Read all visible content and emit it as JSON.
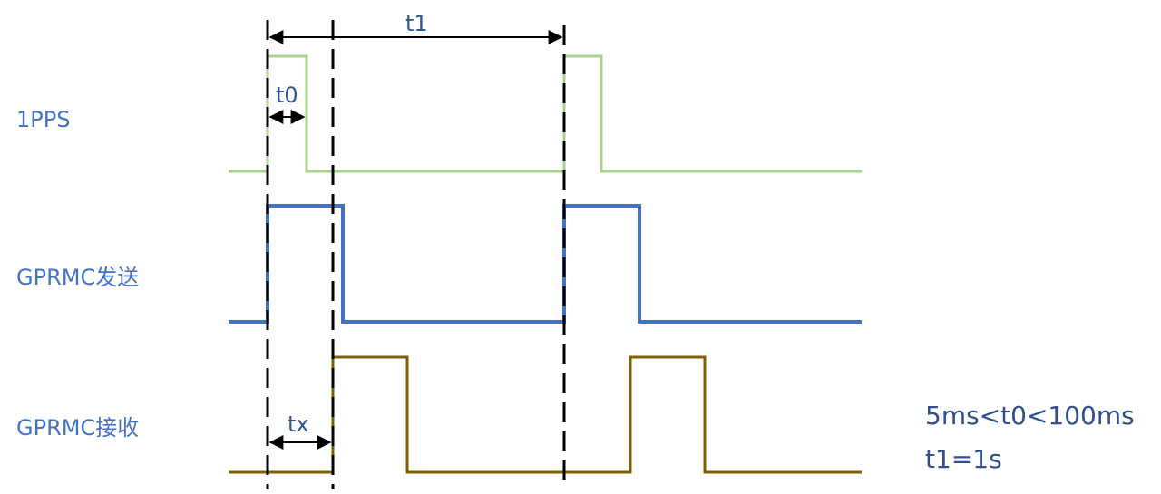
{
  "signals": [
    {
      "label": "1PPS",
      "color": "#a9d18e"
    },
    {
      "label": "GPRMC发送",
      "color": "#4472c4"
    },
    {
      "label": "GPRMC接收",
      "color": "#7f6000"
    }
  ],
  "intervals": {
    "t1": "t1",
    "t0": "t0",
    "tx": "tx"
  },
  "notes": {
    "line1": "5ms<t0<100ms",
    "line2": "t1=1s"
  },
  "colors": {
    "dashed": "#000000",
    "arrow": "#000000",
    "text": "#2f5597"
  }
}
